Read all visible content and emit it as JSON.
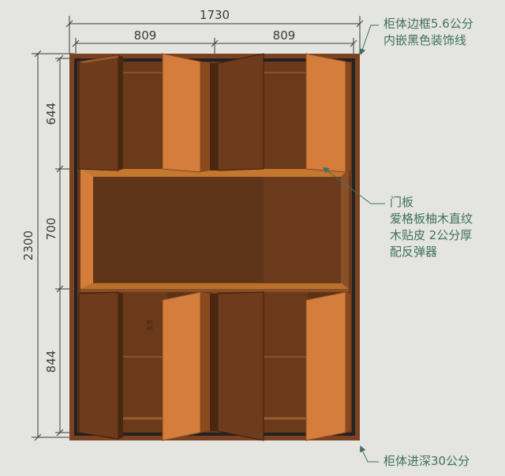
{
  "dimensions": {
    "total_width": "1730",
    "left_width": "809",
    "right_width": "809",
    "total_height": "2300",
    "top_height": "644",
    "middle_height": "700",
    "bottom_height": "844"
  },
  "annotations": {
    "frame": [
      "柜体边框5.6公分",
      "内嵌黑色装饰线"
    ],
    "door": [
      "门板",
      "爱格板柚木直纹",
      "木贴皮 2公分厚",
      "配反弹器"
    ],
    "depth": [
      "柜体进深30公分"
    ]
  },
  "inner_label": "3.5",
  "colors": {
    "background": "#e4e5e0",
    "frame_black": "#222222",
    "cabinet_brown": "#7a4221",
    "dark_interior": "#5d3317",
    "door_orange": "#d47d3c",
    "annotation_text": "#3f6f63",
    "dimension_line": "#3b3b3b"
  }
}
